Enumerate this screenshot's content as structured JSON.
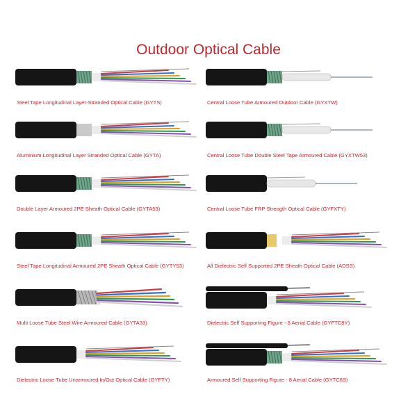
{
  "title": "Outdoor Optical Cable",
  "colors": {
    "title": "#c0272d",
    "caption": "#c0272d",
    "sheath": "#151515",
    "steel_tape": "#6fa68a",
    "aluminium_tape": "#c9c9c9",
    "fibers": [
      "#d23b3b",
      "#2f6fd1",
      "#e69a1e",
      "#2c9a4b",
      "#8a4fb5",
      "#d0d0d0"
    ]
  },
  "cables": [
    {
      "caption": "Steel Tape Longitudinal Layer-Stranded Optical Cable (GYTS)",
      "icon": "stranded-steel-tape-cable-image"
    },
    {
      "caption": "Central Loose Tube Armoured Outdoor Cable (GYXTW)",
      "icon": "central-tube-armoured-cable-image"
    },
    {
      "caption": "Aluminium Longitudinal Layer Stranded Optical Cable (GYTA)",
      "icon": "aluminium-tape-cable-image"
    },
    {
      "caption": "Central Loose Tube Double Steel Tape Armoured Cable (GYXTW53)",
      "icon": "double-steel-tape-cable-image"
    },
    {
      "caption": "Double Layer Armoured 2PE Sheath Optical Cable (GYTA53)",
      "icon": "double-armoured-cable-image"
    },
    {
      "caption": "Central Loose Tube FRP Strength Optical Cable (GYFXTY)",
      "icon": "frp-strength-cable-image"
    },
    {
      "caption": "Steel Tape Longitudinal Armoured 2PE Sheath Optical Cable (GYTY53)",
      "icon": "steel-tape-2pe-cable-image"
    },
    {
      "caption": "All Dielectric Self Supported 2PE Sheath Optical Cable (ADSS)",
      "icon": "adss-cable-image"
    },
    {
      "caption": "Multi Loose Tube Steel Wire Armoured Cable (GYTA33)",
      "icon": "steel-wire-armoured-cable-image"
    },
    {
      "caption": "Dielectric Self Supporting Figure - 8 Aerial Cable (GYFTC8Y)",
      "icon": "figure-8-dielectric-cable-image"
    },
    {
      "caption": "Dielectric Loose Tube Unarmoured In/Out Optical Cable (GYFTY)",
      "icon": "unarmoured-cable-image"
    },
    {
      "caption": "Armoured Self Supporting Figure - 8 Aerial Cable (GYTC8S)",
      "icon": "figure-8-armoured-cable-image"
    }
  ]
}
